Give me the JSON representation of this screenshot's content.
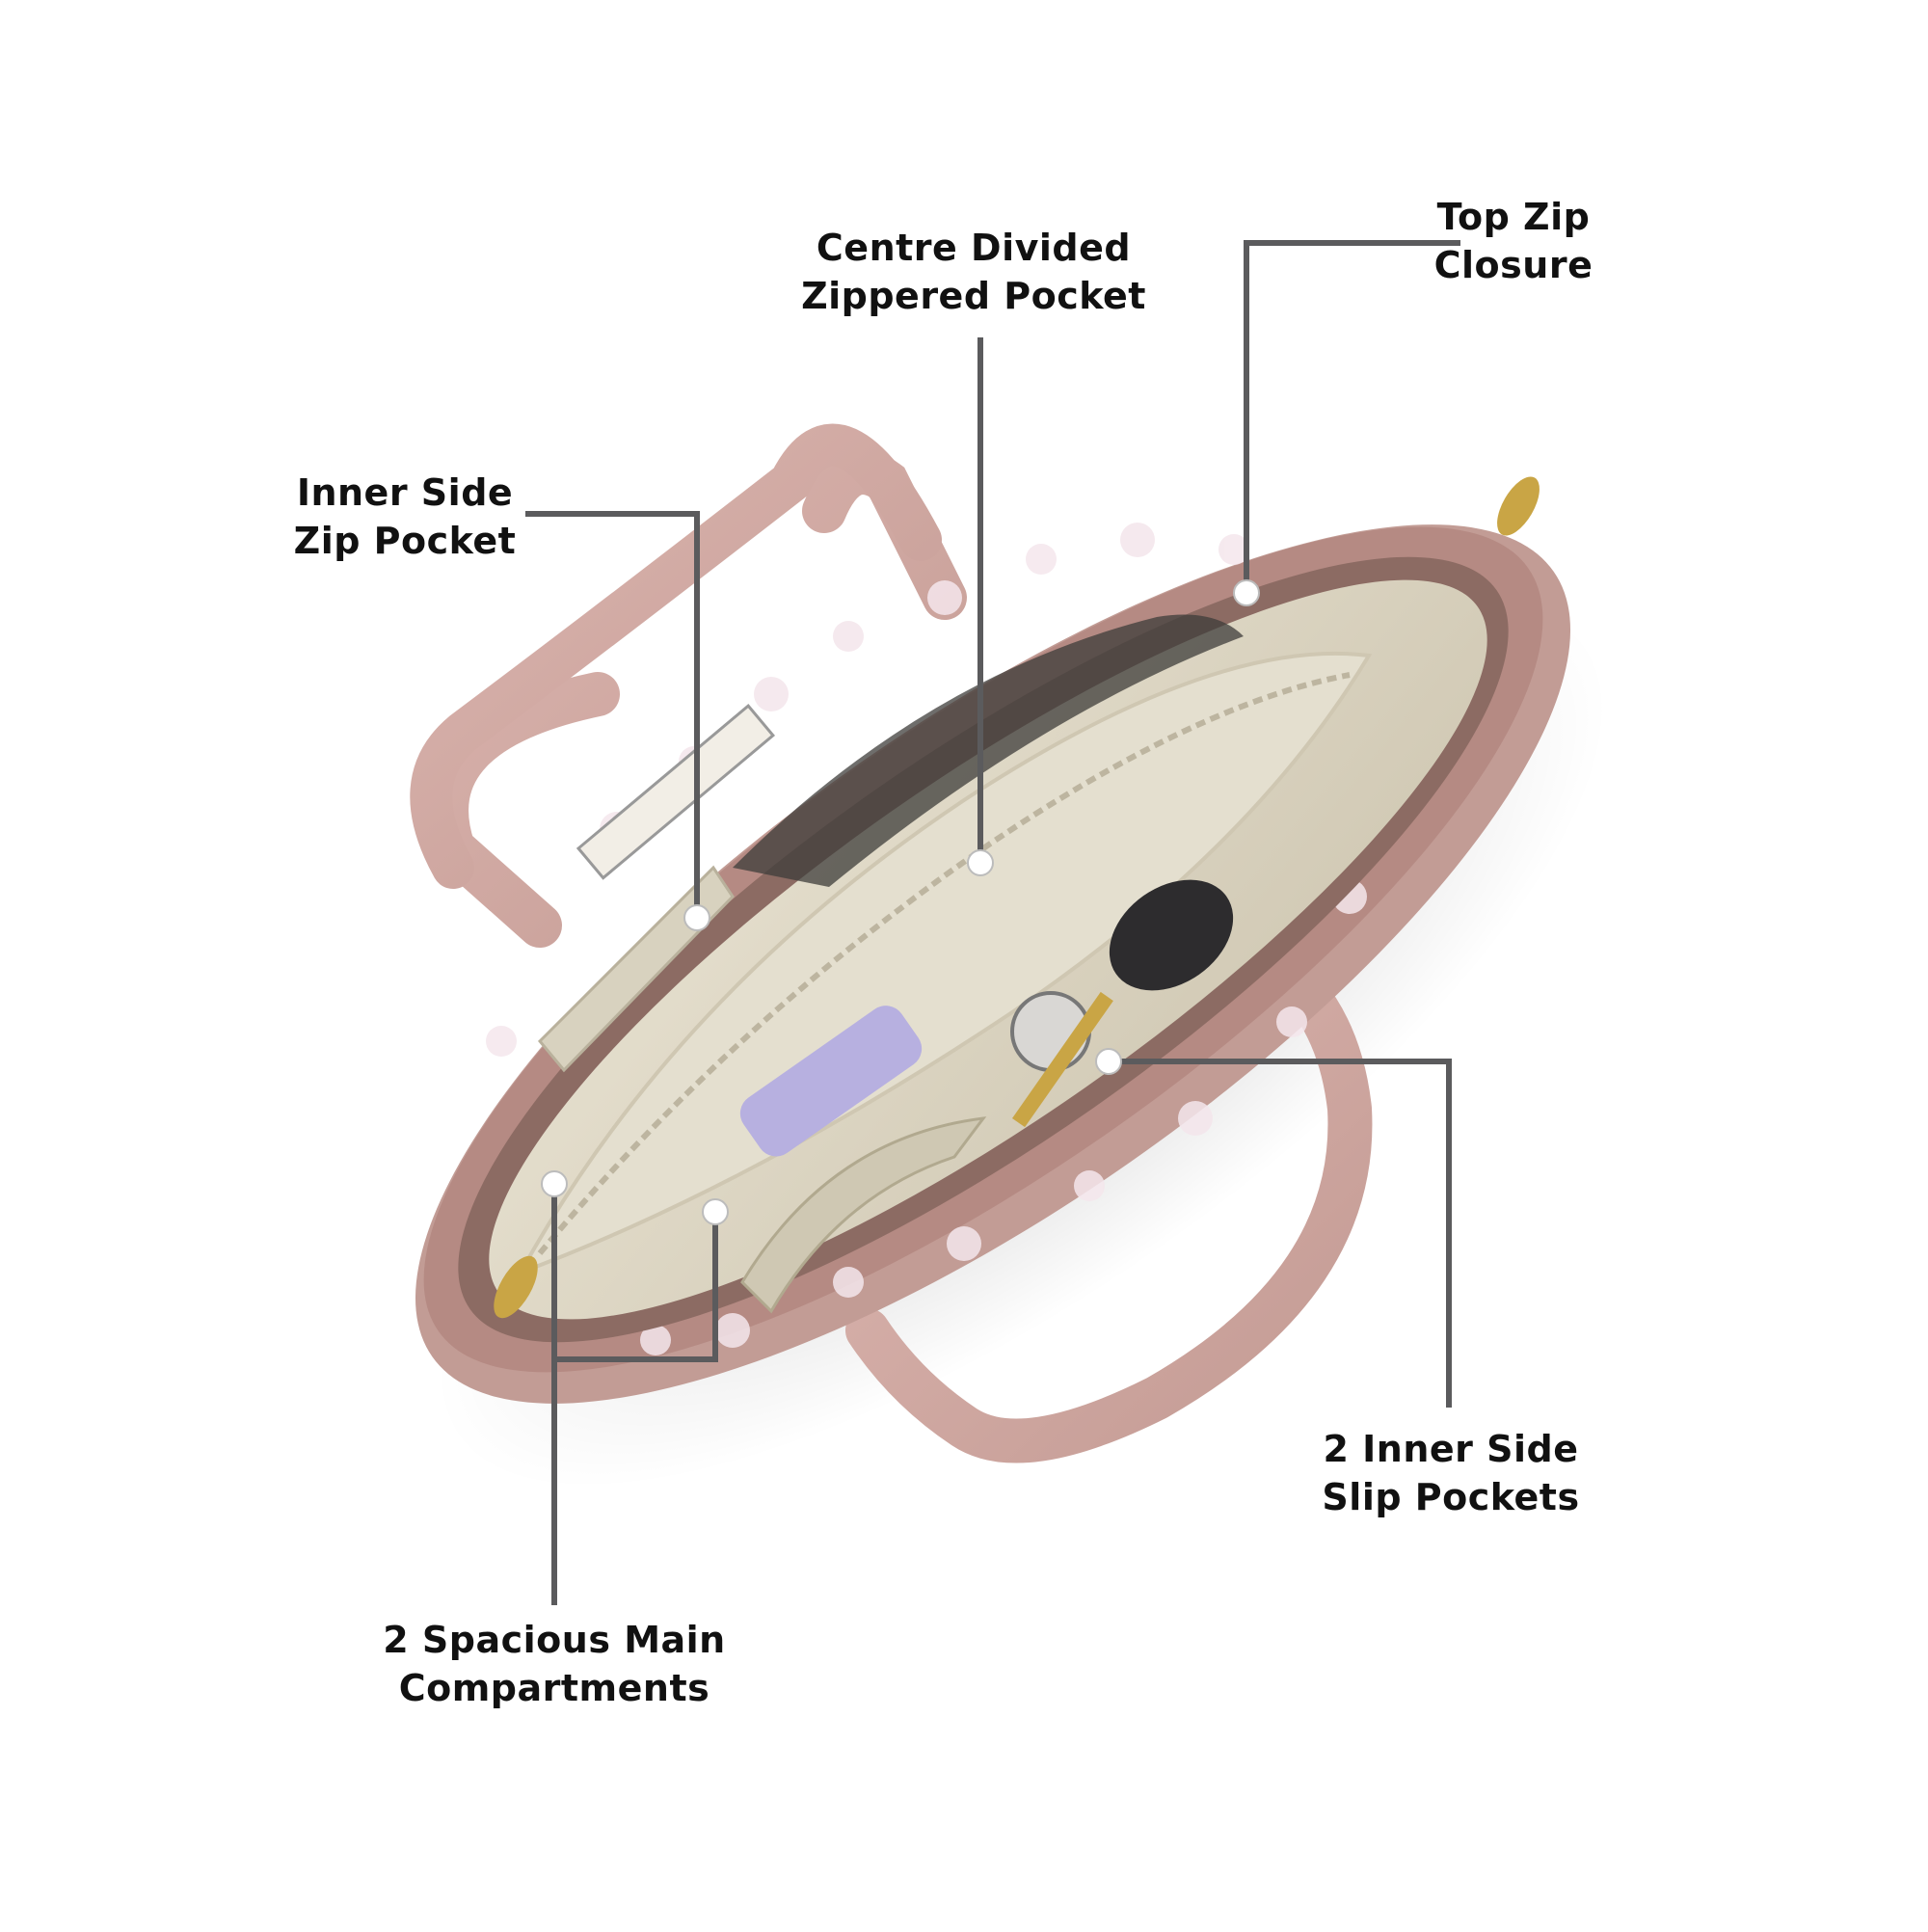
{
  "callouts": {
    "top_zip": {
      "line1": "Top Zip",
      "line2": "Closure"
    },
    "centre_pocket": {
      "line1": "Centre Divided",
      "line2": "Zippered Pocket"
    },
    "inner_side_zip": {
      "line1": "Inner Side",
      "line2": "Zip Pocket"
    },
    "slip_pockets": {
      "line1": "2 Inner Side",
      "line2": "Slip Pockets"
    },
    "main_compartments": {
      "line1": "2 Spacious Main",
      "line2": "Compartments"
    }
  },
  "colors": {
    "leader_line": "#5b5b5d",
    "bag_exterior": "#c29c95",
    "bag_rim": "#b58a83",
    "handle": "#d4aaa4",
    "lining": "#ddd6c3",
    "zip_tape": "#8c6b63",
    "hardware": "#c9a545"
  }
}
